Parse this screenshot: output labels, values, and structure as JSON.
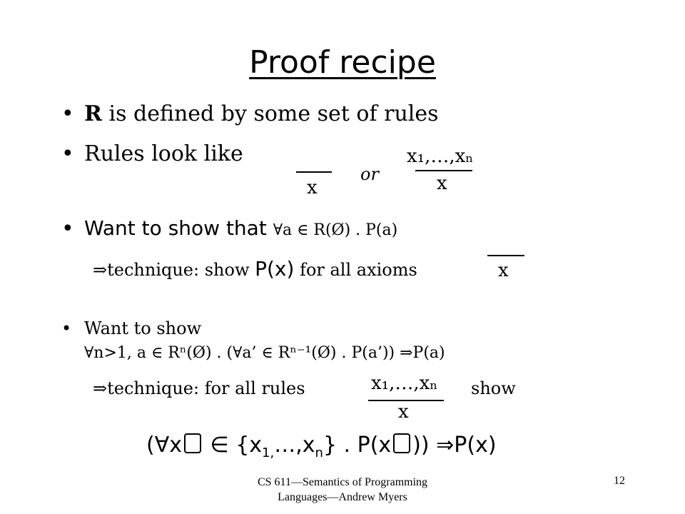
{
  "title": "Proof recipe",
  "bullets": {
    "b1_bold": "R",
    "b1_rest": " is defined by some set of rules",
    "b2": "Rules look like",
    "b3_prefix": "Want to show that ",
    "b3_formula": "∀a ∈ R(Ø) . P(a)",
    "b3_sub": "⇒technique: show ",
    "b3_sub_px": "P(x)",
    "b3_sub_end": " for all axioms",
    "b4_line1": "Want to show",
    "b4_line2": "∀n>1, a ∈ Rⁿ(Ø) . (∀a’ ∈ Rⁿ⁻¹(Ø) . P(a’)) ⇒P(a)",
    "b4_sub": "⇒technique: for all rules",
    "b4_show": "show"
  },
  "rules": {
    "axiom_x": "x",
    "or": "or",
    "premises": "x₁,…,xₙ",
    "conclusion": "x",
    "axiom2_x": "x",
    "rule3_premises": "x₁,…,xₙ",
    "rule3_conclusion": "x"
  },
  "final_formula": {
    "part1": "(∀x",
    "part2": " ∈ {x",
    "sub1": "1,",
    "part3": "…,x",
    "subn": "n",
    "part4": "} . P(x",
    "part5": ")) ⇒P(x)"
  },
  "footer": {
    "course_line1": "CS 611—Semantics of Programming",
    "course_line2": "Languages—Andrew Myers",
    "page_number": "12"
  }
}
